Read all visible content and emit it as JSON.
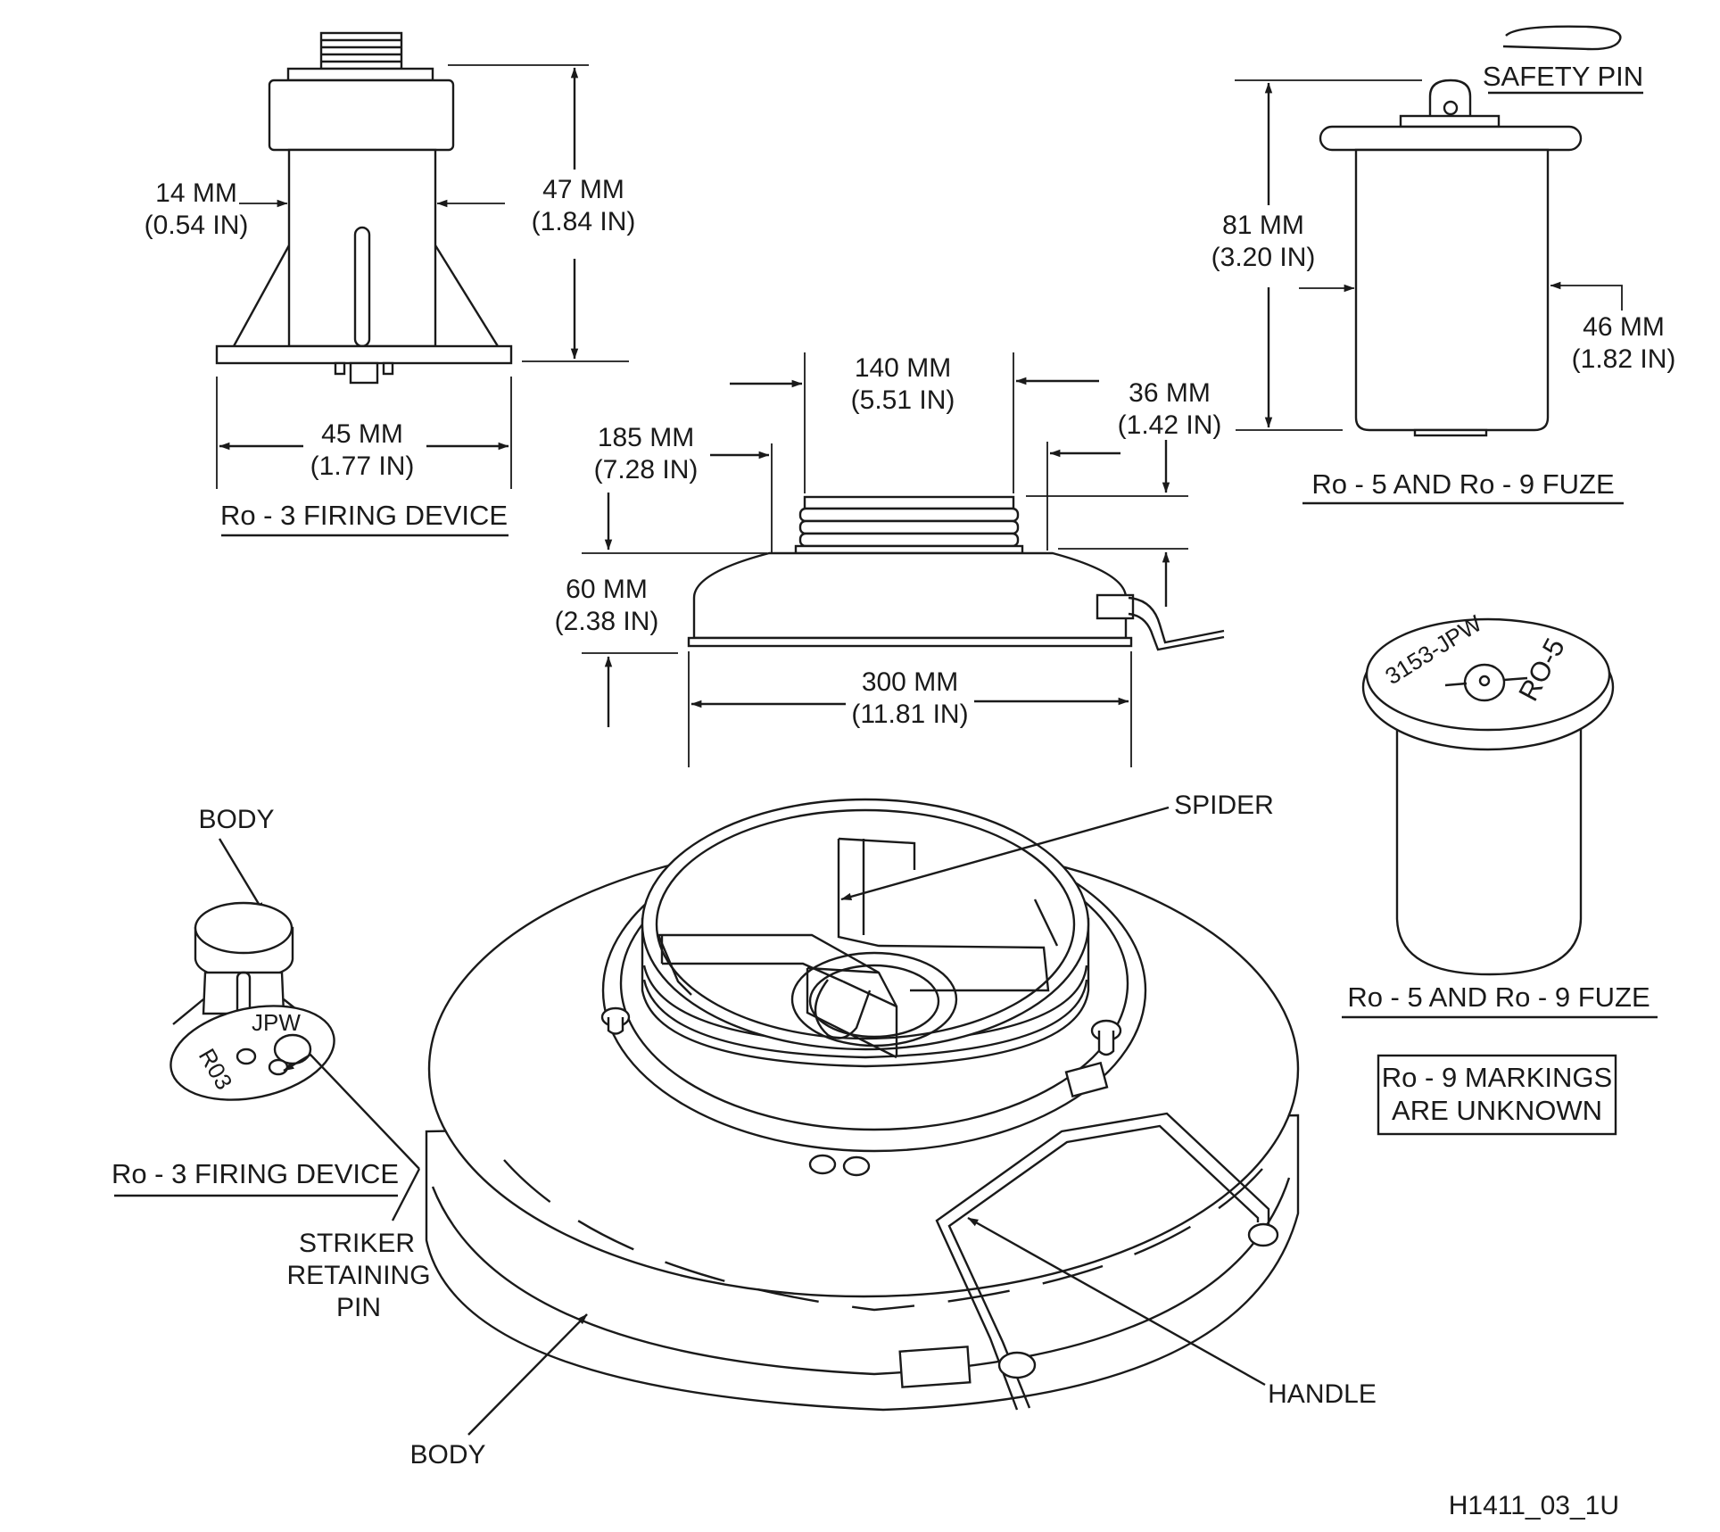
{
  "ro3_top": {
    "dim_width_mm": "14 MM",
    "dim_width_in": "(0.54 IN)",
    "dim_height_mm": "47 MM",
    "dim_height_in": "(1.84 IN)",
    "dim_base_mm": "45 MM",
    "dim_base_in": "(1.77 IN)",
    "caption": "Ro - 3 FIRING DEVICE"
  },
  "mine": {
    "dim_opening_mm": "140 MM",
    "dim_opening_in": "(5.51 IN)",
    "dim_total_height_mm": "185 MM",
    "dim_total_height_in": "(7.28 IN)",
    "dim_neck_mm": "36 MM",
    "dim_neck_in": "(1.42 IN)",
    "dim_body_height_mm": "60 MM",
    "dim_body_height_in": "(2.38 IN)",
    "dim_diameter_mm": "300 MM",
    "dim_diameter_in": "(11.81 IN)"
  },
  "fuze_top": {
    "safety_pin_label": "SAFETY PIN",
    "dim_height_mm": "81 MM",
    "dim_height_in": "(3.20 IN)",
    "dim_width_mm": "46 MM",
    "dim_width_in": "(1.82 IN)",
    "caption": "Ro - 5 AND Ro - 9 FUZE"
  },
  "fuze_view": {
    "marking_serial": "3153-JPW",
    "marking_model": "RO-5",
    "caption": "Ro - 5 AND Ro - 9 FUZE",
    "note_line1": "Ro - 9 MARKINGS",
    "note_line2": "ARE UNKNOWN"
  },
  "ro3_view": {
    "body_label": "BODY",
    "marking_jpw": "JPW",
    "marking_r03": "R03",
    "caption": "Ro - 3 FIRING DEVICE",
    "striker_line1": "STRIKER",
    "striker_line2": "RETAINING",
    "striker_line3": "PIN"
  },
  "mine_view": {
    "spider_label": "SPIDER",
    "handle_label": "HANDLE",
    "body_label": "BODY"
  },
  "figure_id": "H1411_03_1U"
}
